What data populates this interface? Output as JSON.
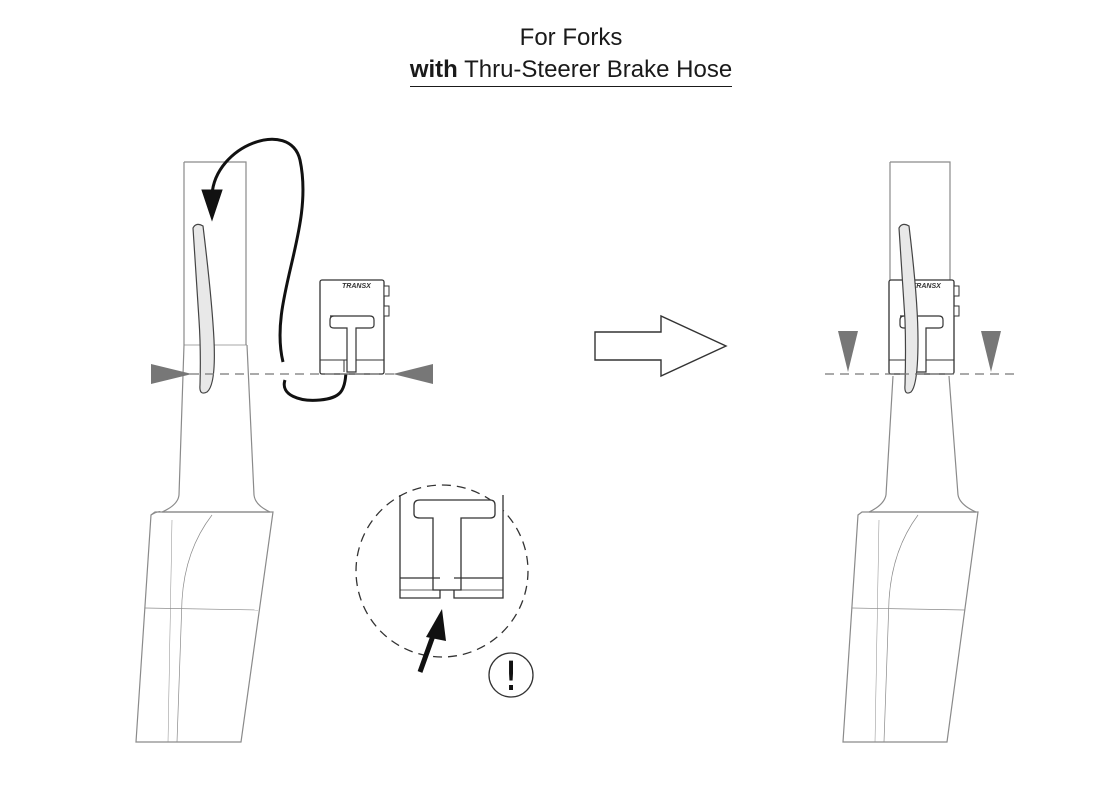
{
  "title": {
    "line1": "For Forks",
    "line2_bold": "with",
    "line2_rest": " Thru-Steerer Brake Hose"
  },
  "warning_symbol": "!",
  "colors": {
    "line": "#8a8a8a",
    "dark": "#111111",
    "triangle": "#777777",
    "hose_fill": "#e8e8e8"
  },
  "icons": [
    "curved-arrow-icon",
    "right-arrow-icon",
    "pointer-arrow-icon",
    "warning-icon",
    "alignment-marker-icon"
  ]
}
